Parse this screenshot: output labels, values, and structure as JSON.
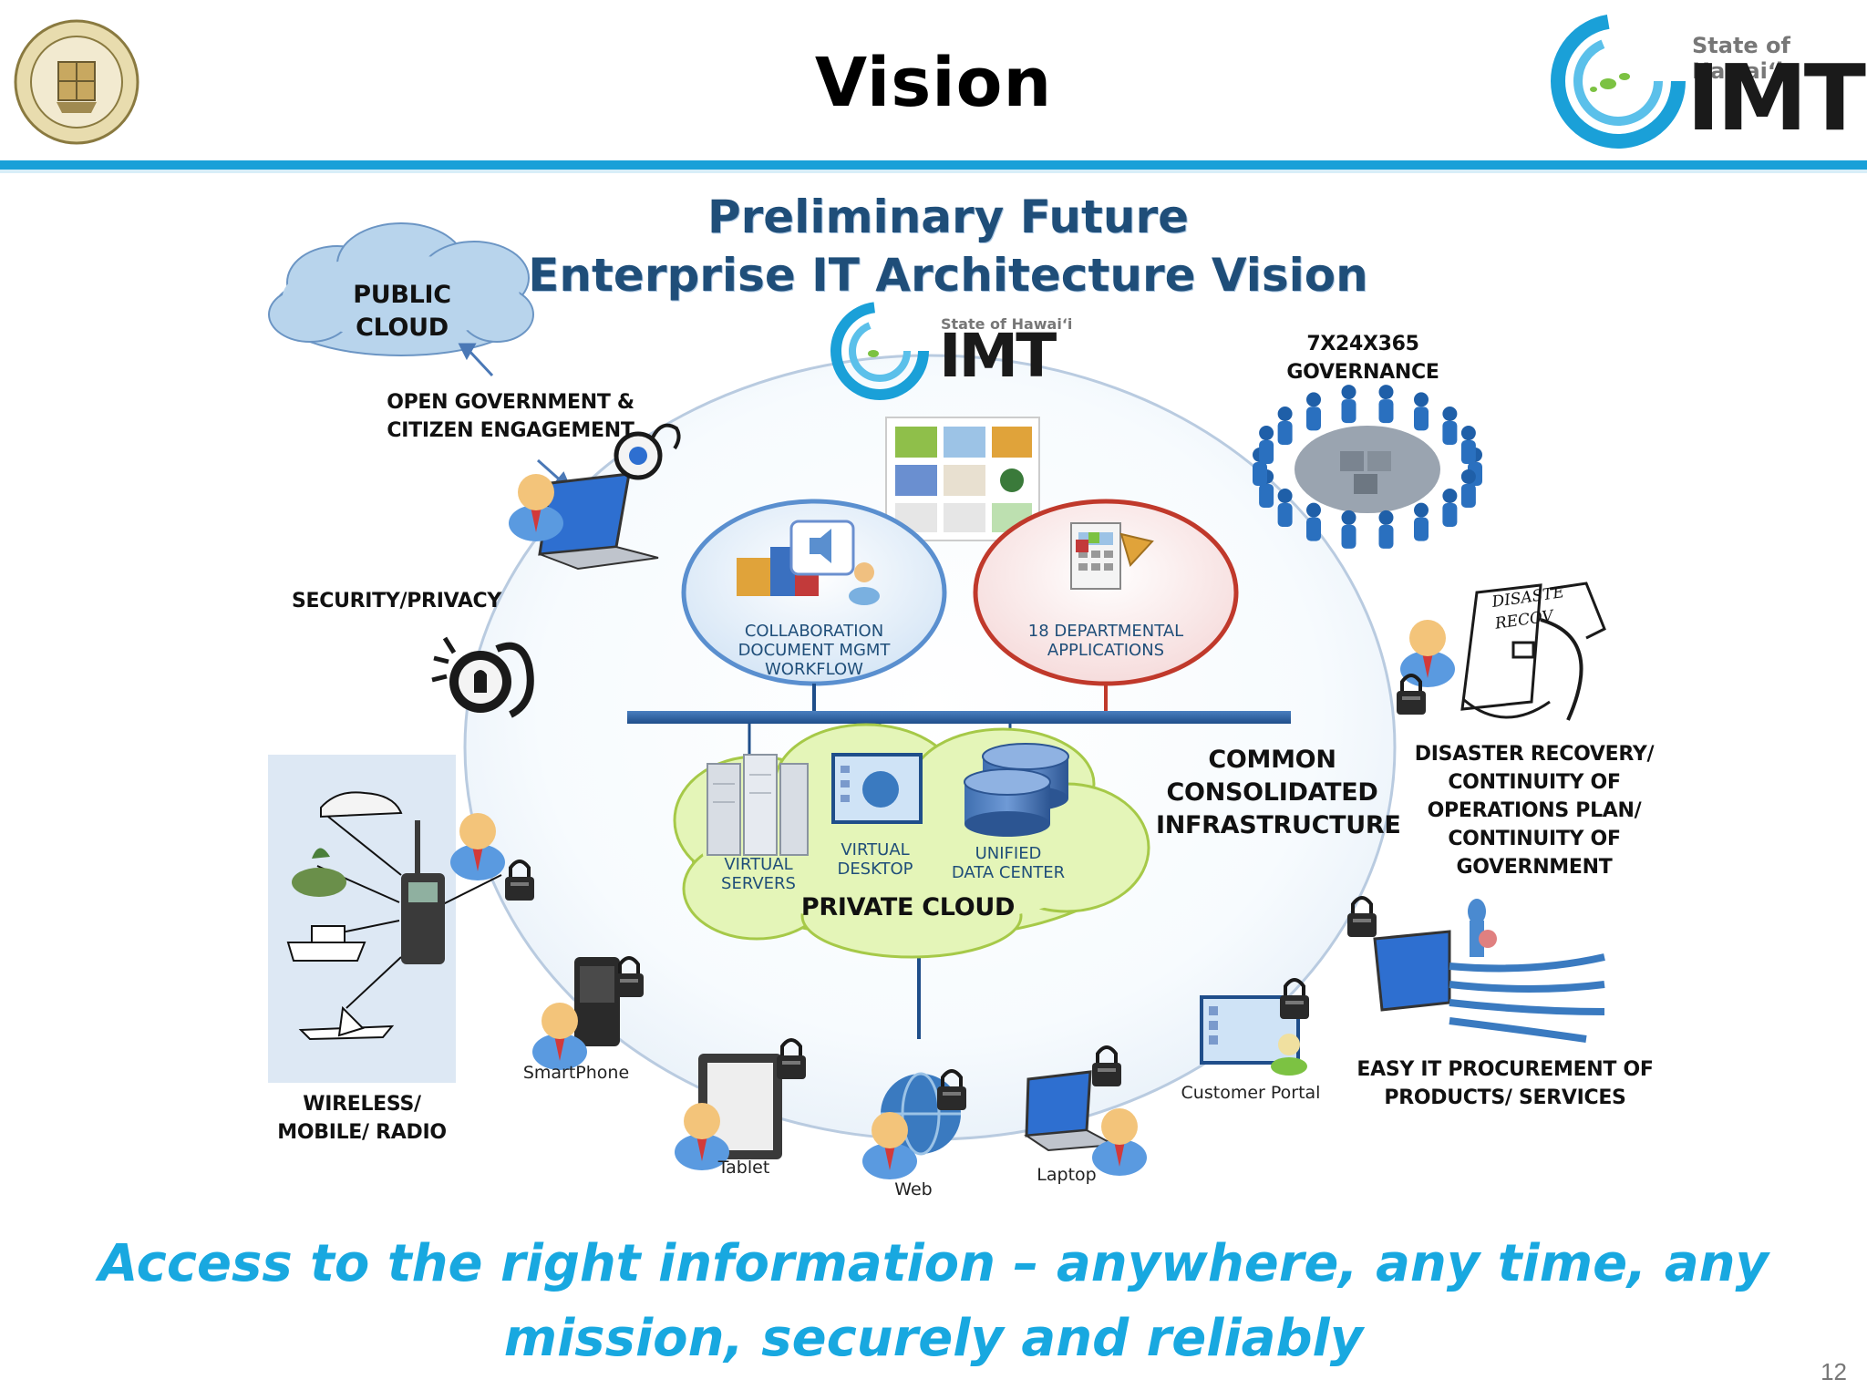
{
  "header": {
    "title": "Vision",
    "brand_small": "State of Hawai‘i",
    "brand_big": "IMT",
    "page_number": "12"
  },
  "diagram": {
    "title_line1": "Preliminary Future",
    "title_line2": "Enterprise IT Architecture Vision",
    "center_brand_small": "State of Hawai‘i",
    "center_brand_big": "IMT",
    "public_cloud": [
      "PUBLIC",
      "CLOUD"
    ],
    "open_government": [
      "OPEN GOVERNMENT &",
      "CITIZEN ENGAGEMENT"
    ],
    "security": "SECURITY/PRIVACY",
    "governance": [
      "7X24X365",
      "GOVERNANCE"
    ],
    "collaboration": [
      "COLLABORATION",
      "DOCUMENT MGMT",
      "WORKFLOW"
    ],
    "departmental": [
      "18 DEPARTMENTAL",
      "APPLICATIONS"
    ],
    "infrastructure": [
      "COMMON",
      "CONSOLIDATED",
      "INFRASTRUCTURE"
    ],
    "disaster": [
      "DISASTER RECOVERY/",
      "CONTINUITY OF",
      "OPERATIONS PLAN/",
      "CONTINUITY OF",
      "GOVERNMENT"
    ],
    "disaster_note": [
      "DISASTE",
      "RECOV"
    ],
    "virtual_servers": [
      "VIRTUAL",
      "SERVERS"
    ],
    "virtual_desktop": [
      "VIRTUAL",
      "DESKTOP"
    ],
    "data_center": [
      "UNIFIED",
      "DATA CENTER"
    ],
    "private_cloud": "PRIVATE CLOUD",
    "wireless": [
      "WIRELESS/",
      "MOBILE/ RADIO"
    ],
    "procurement": [
      "EASY IT PROCUREMENT OF",
      "PRODUCTS/ SERVICES"
    ],
    "devices": {
      "smartphone": "SmartPhone",
      "tablet": "Tablet",
      "web": "Web",
      "laptop": "Laptop",
      "customer_portal": "Customer Portal"
    }
  },
  "tagline": [
    "Access to the right information – anywhere, any time, any",
    "mission, securely and reliably"
  ],
  "colors": {
    "accent": "#1aa0d8",
    "navy": "#1f4e79",
    "cloud_blue": "#b8d4ec",
    "cloud_green": "#e4f5b8",
    "tagline": "#18a8e0",
    "app_red": "#c0392b"
  }
}
